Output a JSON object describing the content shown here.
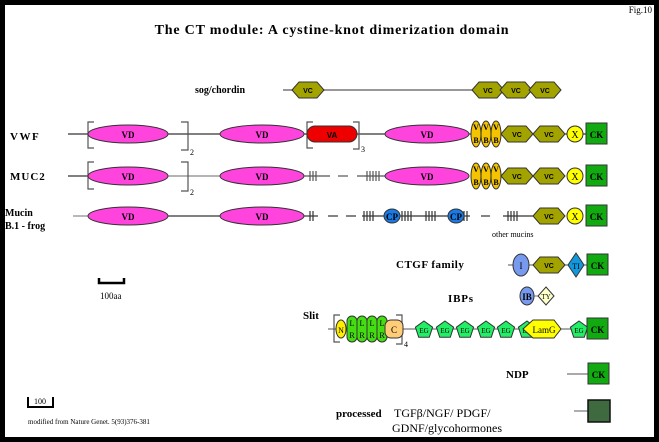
{
  "fig_label": "Fig.10",
  "title": "The CT module: A cystine-knot dimerization domain",
  "scale_bar_label": "100aa",
  "scale_bar_small_label": "100",
  "source_note": "modified from Nature Genet. 5(93)376-381",
  "other_mucins_label": "other mucins",
  "colors": {
    "VD": "#ff44dd",
    "VA": "#ee0000",
    "VB": "#f5c400",
    "VC": "#a3a300",
    "X": "#ffff00",
    "CK": "#11aa11",
    "CP": "#1a7ae6",
    "I": "#7799ee",
    "TI": "#1199dd",
    "IB": "#7799ee",
    "TY": "#ffffcc",
    "N": "#ffee00",
    "LRR": "#44dd11",
    "C": "#ffcc77",
    "EG": "#22ee66",
    "LamG": "#ffff00",
    "processed": "#3f6a3f"
  },
  "proteins": [
    {
      "name": "sog/chordin",
      "domains": [
        "VC",
        "VC",
        "VC",
        "VC"
      ]
    },
    {
      "name": "VWF",
      "domains": [
        "VD",
        "VD",
        "VA",
        "VD",
        "VB",
        "VB",
        "VB",
        "VC",
        "VC",
        "X",
        "CK"
      ],
      "repeats": [
        "2",
        "3"
      ]
    },
    {
      "name": "MUC2",
      "domains": [
        "VD",
        "VD",
        "VD",
        "VB",
        "VB",
        "VB",
        "VC",
        "VC",
        "X",
        "CK"
      ],
      "repeats": [
        "2"
      ]
    },
    {
      "name_line1": "Mucin",
      "name_line2": "B.1 - frog",
      "domains": [
        "VD",
        "VD",
        "CP",
        "CP",
        "VC",
        "X",
        "CK"
      ]
    },
    {
      "name": "CTGF family",
      "domains": [
        "I",
        "VC",
        "TI",
        "CK"
      ]
    },
    {
      "name": "IBPs",
      "domains": [
        "IB",
        "TY"
      ]
    },
    {
      "name": "Slit",
      "domains": [
        "N",
        "LRR",
        "LRR",
        "LRR",
        "LRR",
        "C",
        "EG",
        "EG",
        "EG",
        "EG",
        "EG",
        "EG",
        "LamG",
        "EG",
        "CK"
      ],
      "repeats": [
        "4"
      ]
    },
    {
      "name": "NDP",
      "domains": [
        "CK"
      ]
    },
    {
      "name_line1": "processed",
      "name_line1b": "TGFβ/NGF/ PDGF/",
      "name_line2": "GDNF/glycohormones",
      "domains": [
        "processed-CK"
      ]
    }
  ],
  "domain_labels": {
    "VD": "VD",
    "VA": "VA",
    "VC": "VC",
    "X": "X",
    "CK": "CK",
    "CP": "CP",
    "V": "V",
    "B": "B",
    "I": "I",
    "TI": "TI",
    "IB": "IB",
    "TY": "TY",
    "N": "N",
    "L": "L",
    "R": "R",
    "C": "C",
    "EG": "EG",
    "LamG": "LamG"
  }
}
